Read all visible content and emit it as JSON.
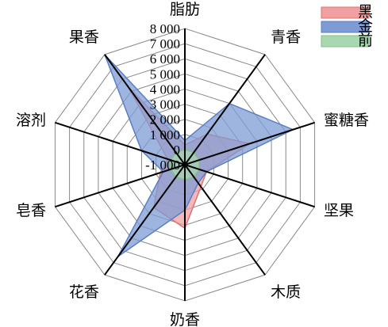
{
  "chart_data": {
    "type": "radar",
    "categories": [
      "脂肪",
      "青香",
      "蜜糖香",
      "坚果",
      "木质",
      "奶香",
      "花香",
      "皂香",
      "溶剂",
      "果香"
    ],
    "rmin": -1000,
    "rmax": 8000,
    "ticks": [
      -1000,
      0,
      1000,
      2000,
      3000,
      4000,
      5000,
      6000,
      7000,
      8000
    ],
    "tick_labels": [
      "-1 000",
      "0",
      "1 000",
      "2 000",
      "3 000",
      "4 000",
      "5 000",
      "6 000",
      "7 000",
      "8 000"
    ],
    "series": [
      {
        "name": "黑",
        "values": [
          300,
          1500,
          3500,
          500,
          800,
          3200,
          2500,
          700,
          200,
          5300
        ],
        "fill": "#f0a0a0",
        "stroke": "#e07070"
      },
      {
        "name": "金",
        "values": [
          600,
          4000,
          6500,
          500,
          500,
          2000,
          6500,
          500,
          2000,
          8000
        ],
        "fill": "#7d9cd6",
        "stroke": "#5b7fc4"
      },
      {
        "name": "前",
        "values": [
          0,
          0,
          0,
          0,
          0,
          0,
          0,
          0,
          0,
          0
        ],
        "fill": "#a8d8b0",
        "stroke": "#7fbf88"
      }
    ]
  }
}
